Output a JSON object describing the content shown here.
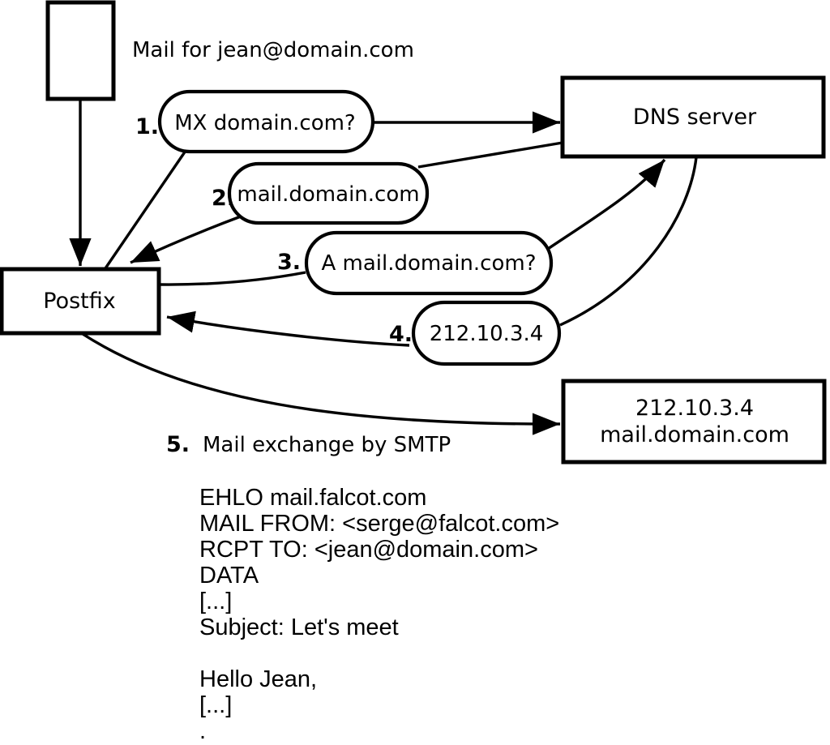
{
  "colors": {
    "ink": "#000000",
    "paper": "#ffffff"
  },
  "labels": {
    "mail_note": "Mail for jean@domain.com",
    "postfix": "Postfix",
    "dns_server": "DNS server",
    "mail_server_line1": "212.10.3.4",
    "mail_server_line2": "mail.domain.com"
  },
  "steps": [
    {
      "number": "1.",
      "label": "MX domain.com?"
    },
    {
      "number": "2.",
      "label": "mail.domain.com"
    },
    {
      "number": "3.",
      "label": "A mail.domain.com?"
    },
    {
      "number": "4.",
      "label": "212.10.3.4"
    },
    {
      "number": "5.",
      "label": "Mail exchange by SMTP"
    }
  ],
  "smtp_session": {
    "lines": [
      "EHLO mail.falcot.com",
      "MAIL FROM: <serge@falcot.com>",
      "RCPT TO: <jean@domain.com>",
      "DATA",
      "[...]",
      "Subject: Let's meet",
      "",
      "Hello Jean,",
      "[...]",
      "."
    ]
  }
}
